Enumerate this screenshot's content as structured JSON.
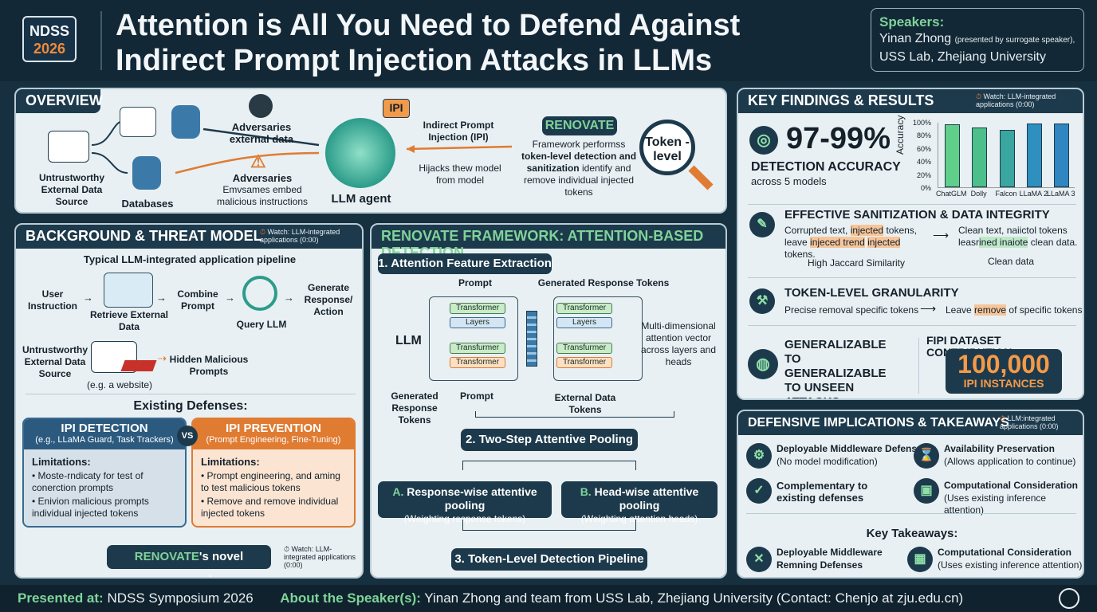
{
  "header": {
    "logo_line1": "NDSS",
    "logo_line2": "2026",
    "title_line1": "Attention is All You Need to Defend Against",
    "title_line2": "Indirect Prompt Injection Attacks in LLMs",
    "speakers_label": "Speakers:",
    "speaker_name": "Yinan Zhong",
    "speaker_note": "(presented by surrogate speaker),",
    "speaker_affil": "USS Lab, Zhejiang University"
  },
  "overview": {
    "heading": "OVERVIEW",
    "untrusted": "Untrustworthy External Data Source",
    "databases": "Databases",
    "adv_data": "Adversaries external data",
    "adv_embed": "Adversaries",
    "adv_embed2": "Emvsames embed malicious instructions",
    "ipi_badge": "IPI",
    "llm_agent": "LLM agent",
    "ipi_title": "Indirect Prompt Injection (IPI)",
    "hijack": "Hijacks thew model from model",
    "renovate": "RENOVATE",
    "framework_pre": "Framework performss",
    "framework_b1": "token-level detection",
    "framework_mid": "and sanitization",
    "framework_post": "identify and remove individual injected tokens",
    "token_level": "Token -level"
  },
  "findings": {
    "heading": "KEY FINDINGS & RESULTS",
    "watch": "Watch: LLM-integrated applications (0:00)",
    "accuracy": "97-99%",
    "accuracy_label": "DETECTION ACCURACY",
    "accuracy_sub": "across 5 models",
    "sanit_title": "EFFECTIVE SANITIZATION & DATA INTEGRITY",
    "sanit_left_1": "Corrupted text,",
    "sanit_left_hl1": "injected",
    "sanit_left_2": "tokens,",
    "sanit_left_3": "leave",
    "sanit_left_hl2": "injeced trend",
    "sanit_left_hl3": "injected",
    "sanit_left_4": "tokens.",
    "sanit_right_1": "Clean text, naiictol tokens",
    "sanit_right_2": "leasr",
    "sanit_right_hl": "ined inaiote",
    "sanit_right_3": "clean data.",
    "jaccard": "High Jaccard Similarity",
    "clean": "Clean data",
    "gran_title": "TOKEN-LEVEL GRANULARITY",
    "gran_left": "Precise removal specific tokens",
    "gran_right_1": "Leave",
    "gran_right_hl": "remove",
    "gran_right_2": "of specific tokens",
    "gen_title": "GENERALIZABLE TO GENERALIZABLE TO UNSEEN ATTACKS",
    "fipi_title": "FIPI DATASET CONTRIBUTION",
    "fipi_value": "100,000",
    "fipi_label": "IPI INSTANCES"
  },
  "chart_data": {
    "type": "bar",
    "categories": [
      "ChatGLM",
      "Dolly",
      "Falcon",
      "LLaMA 2",
      "LLaMA 3"
    ],
    "values": [
      96,
      92,
      88,
      97,
      97
    ],
    "ylabel": "Accuracy",
    "ylim": [
      0,
      100
    ],
    "yticks": [
      "100%",
      "80%",
      "60%",
      "40%",
      "20%",
      "0%"
    ],
    "colors": [
      "#5fcf8a",
      "#4cbf8a",
      "#3aa6a0",
      "#2f8fbf",
      "#2f86c0"
    ]
  },
  "background": {
    "heading": "BACKGROUND & THREAT MODEL",
    "watch": "Watch: LLM-integrated applications (0:00)",
    "pipeline": "Typical LLM-integrated application pipeline",
    "user": "User Instruction",
    "retrieve": "Retrieve External Data",
    "combine": "Combine Prompt",
    "query": "Query LLM",
    "generate": "Generate Response/ Action",
    "untrusted": "Untrustworthy External Data Source",
    "website": "(e.g. a website)",
    "hidden": "Hidden Malicious Prompts",
    "existing": "Existing Defenses:",
    "det_title": "IPI DETECTION",
    "det_sub": "(e.g., LLaMA Guard, Task Trackers)",
    "vs": "VS",
    "prev_title": "IPI PREVENTION",
    "prev_sub": "(Prompt Engineering, Fine-Tuning)",
    "lim": "Limitations:",
    "det_l1": "Moste-rndicaty for test of conerction prompts",
    "det_l2": "Enivion malicious prompts individual injected tokens",
    "prev_l1": "Prompt engineering, and aming to test malicious tokens",
    "prev_l2": "Remove and remove individual injected tokens",
    "novel_1": "RENOVATE",
    "novel_2": "'s novel approach",
    "watch2": "Watch: LLM-integrated applications (0:00)"
  },
  "framework": {
    "heading": "RENOVATE FRAMEWORK: ATTENTION-BASED DETECTION",
    "step1": "1. Attention Feature Extraction",
    "prompt": "Prompt",
    "gen_tokens": "Generated Response Tokens",
    "llm": "LLM",
    "transformer": "Transformer",
    "layers": "Layers",
    "transfurmer": "Transfurmer",
    "gen_resp": "Generated Response Tokens",
    "prompt2": "Prompt",
    "ext_data": "External Data Tokens",
    "multi": "Multi-dimensional attention vector across layers and heads",
    "step2": "2. Two-Step Attentive Pooling",
    "a_title": "Response-wise attentive pooling",
    "a_sub": "(Weighting response tokens)",
    "b_title": "Head-wise attentive pooling",
    "b_sub": "(Weighting attention heads)",
    "step3": "3. Token-Level Detection Pipeline",
    "a_label": "A.",
    "b_label": "B."
  },
  "implications": {
    "heading": "DEFENSIVE IMPLICATIONS & TAKEAWAYS",
    "watch": "LLM:integrated applications (0:00)",
    "i1_title": "Deployable Middleware Defense",
    "i1_sub": "(No model modification)",
    "i2_title": "Availability Preservation",
    "i2_sub": "(Allows application to continue)",
    "i3_title": "Complementary to existing defenses",
    "i4_title": "Computational Consideration",
    "i4_sub": "(Uses existing inference attention)",
    "key": "Key Takeaways:",
    "k1_title": "Deployable Middleware",
    "k1_sub": "Remning Defenses",
    "k2_title": "Computational Consideration",
    "k2_sub": "(Uses existing inference attention)"
  },
  "footer": {
    "presented_label": "Presented at:",
    "presented": "NDSS Symposium 2026",
    "about_label": "About the Speaker(s):",
    "about": "Yinan Zhong and team from USS Lab, Zhejiang University (Contact: Chenjo at zju.edu.cn)"
  }
}
